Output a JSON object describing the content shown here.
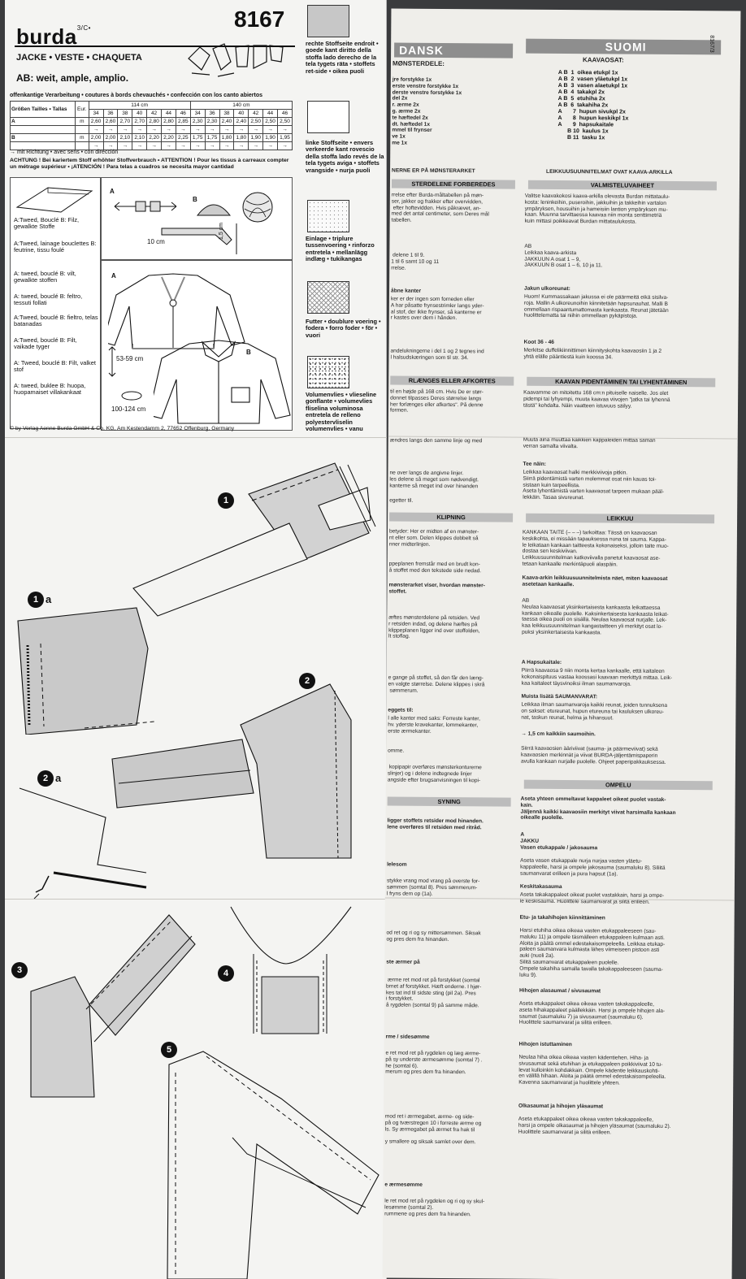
{
  "header": {
    "brand": "burda",
    "brand_sup": "3/C•",
    "pattern_number": "8167",
    "garment": "JACKE • VESTE • CHAQUETA",
    "ab_line": "AB: weit, ample, amplio.",
    "edge_note": "offenkantige Verarbeitung • coutures à bords chevauchés • confección con los canto abiertos"
  },
  "size_table": {
    "label": "Größen Tailles • Tallas",
    "eur": "Eur.",
    "width_114": "114 cm",
    "width_140": "140 cm",
    "sizes": [
      "34",
      "36",
      "38",
      "40",
      "42",
      "44",
      "46",
      "34",
      "36",
      "38",
      "40",
      "42",
      "44",
      "46"
    ],
    "row_a_label": "A",
    "row_a": [
      "2,60",
      "2,60",
      "2,70",
      "2,70",
      "2,80",
      "2,80",
      "2,85",
      "2,30",
      "2,30",
      "2,40",
      "2,40",
      "2,50",
      "2,50",
      "2,50"
    ],
    "row_b_label": "B",
    "row_b": [
      "2,00",
      "2,00",
      "2,10",
      "2,10",
      "2,20",
      "2,20",
      "2,25",
      "1,75",
      "1,75",
      "1,80",
      "1,80",
      "1,90",
      "1,90",
      "1,95"
    ],
    "unit": "m"
  },
  "nap_note": "→ mit Richtung • avec sens • con dirección",
  "achtung": "ACHTUNG ! Bei kariertem Stoff erhöhter Stoffverbrauch • ATTENTION ! Pour les tissus à carreaux compter un métrage supérieur • ¡ATENCIÓN ! Para telas a cuadros se necesita mayor cantidad",
  "fabrics": [
    "A:Tweed, Bouclé\nB: Filz, gewalkte Stoffe",
    "A:Tweed, lainage bouclettes\nB: feutrine, tissu foulé",
    "A: tweed, bouclé\nB: vilt, gewalkte stoffen",
    "A: tweed, bouclé\nB: feltro, tessuti follati",
    "A:Tweed, bouclé\nB: fieltro, telas batanadas",
    "A:Tweed, bouclé\nB: Filt, vaikade tyger",
    "A: Tweed, bouclé\nB: Filt, valket stof",
    "A: tweed, buklee\nB: huopa, huopamaiset villakankaat"
  ],
  "notions": {
    "label_a": "A",
    "label_b": "B",
    "tape_length": "10 cm",
    "tape_width": "1,5 cm",
    "length_range": "53-59 cm",
    "width_range": "100-124 cm"
  },
  "copyright": "© by Verlag Aenne Burda GmbH & Co. KG, Am Kestendamm 2, 77652 Offenburg, Germany",
  "legend": [
    "rechte Stoffseite endroit • goede kant diritto della stoffa lado derecho de la tela tygets räta • stoffets ret-side • oikea puoli",
    "linke Stoffseite • envers verkeerde kant rovescio della stoffa lado revés de la tela tygets aviga • stoffets vrangside • nurja puoli",
    "Einlage • triplure tussenvoering • rinforzo entretela • mellanlägg indlæg • tukikangas",
    "Futter • doublure voering • fodera • forro foder • för • vuori",
    "Volumenvlies • vlieseline gonflante • volumevlies fliselina voluminosa entretela de relleno polyestervliselin volumenvlies • vanu"
  ],
  "steps": [
    "1",
    "1a",
    "2",
    "2a",
    "3",
    "4",
    "5"
  ],
  "dansk": {
    "title": "DANSK",
    "h1": "MØNSTERDELE:",
    "pieces": "jre forstykke 1x\nerste venstre forstykke 1x\nderste venstre forstykke 1x\ndel 2x\nr. ærme 2x\ng. ærme 2x\nte hæftedel 2x\ndt. hæftedel 1x\nmmel til frynser\nve 1x\nme 1x",
    "note": "NERNE ER PÅ MØNSTERARKET",
    "band1": "STERDELENE FORBEREDES",
    "p1": "rrelse efter Burda-måltabellen på møn-\nser, jakker og frakker efter overvidden,\n efter hoftevidden. Hvis påkrævet, an-\nmed det antal centimeter, som Deres mål\ntabellen.",
    "p2": " delene 1 til 9.\n1 til 6 samt 10 og 11\nrrelse.",
    "h2": "åbne kanter",
    "p3": "ker er der ingen som forneden eller\nA har påsatte frynsestrimler langs yder-\nal stof, der ikke frynser, så kanterne er\nr kastes over dem i hånden.",
    "p4": "andelukningerne i del 1 og 2 tegnes ind\nl halsudskæringen som til str. 34.",
    "band2": "RLÆNGES ELLER AFKORTES",
    "p5": "til en højde på 168 cm. Hvis De er stør-\ndonnet tilpasses Deres størrelse langs\nher forlænges eller afkortes\". På denne\nformen.",
    "p6": "ændres langs den samme linje og med",
    "p7": "ne over langs de angivne linjer.\nles delene så meget som nødvendigt.\nkanterne så meget ind over hinanden",
    "p8": "egetter til.",
    "band3": "KLIPNING",
    "p9": "betyder: Her er midten af en mønster-\nnt eller som. Delen klippes dobbelt så\nnner midterlinjen.",
    "p10": "ppeplanen fremstår med en brudt kon-\nå stoffet med den tekstede side nedad.",
    "p11": "mønsterarket viser, hvordan mønster-\nstoffet.",
    "p12": "æftes mønsterdelene på retsiden. Ved\nr retsiden indad, og delene hæftes på\nklippeplanen ligger ind over stoffolden,\nlt stoflag.",
    "p13": "e gange på stoffet, så den får den læng-\nen valgte størrelse. Delene klippes i skrå\n sømmerum.",
    "h3": "eggets til:",
    "p14": "l alle kanter med saks: Forreste kanter,\nhv. yderste kravekanter, lommekanter,\nerste ærmekanter.",
    "p15": "omme.",
    "p16": " kopipapir overføres mønsterkonturerne\nslinjer) og i delene indtegnede linjer\nangside efter brugsanvisningen til kopi-",
    "band4": "SYNING",
    "p17": "ligger stoffets retsider mod hinanden.\nlene overføres til retsiden med ritråd.",
    "h4": "lelesom",
    "p18": "stykke vrang mod vrang på overste for-\nsømmen (somtal 8). Pres sømmerum-\nl fryns dem op (1a).",
    "p19": "od ret og ri og sy mittersømmen. Siksak\nog pres dem fra hinanden.",
    "h5": "ste ærmer på",
    "p20": " ærme ret mod ret på forstykket (somtal\nbrnet af forstykket. Hæft enderne. I hjør-\nkes tat ind til sidste sting (pil 2a). Pres\ni forstykket.\nå rygdelen (somtal 9) på samme måde.",
    "h6": "rme / sidesømme",
    "p21": "e ret mod ret på rygdelen og læg ærme-\npå sy underste ærmesømme (somtal 7) .\nhe (somtal 6).\nmerum og pres dem fra hinanden.",
    "p22": "mod ret i ærmegabet, ærme- og side-\npå og tværstregen 10 i forreste ærme og\nls. Sy ærmegabet på ærmet fra hak til\n\ny smallere og siksak samlet over dem.",
    "h7": "e ærmesømme",
    "p23": "le ret mod ret på rygdelen og ri og sy skul-\nlesømme (somtal 2).\nrummene og pres dem fra hinanden."
  },
  "suomi": {
    "title": "SUOMI",
    "side_code": "8167/3",
    "h1": "KAAVAOSAT:",
    "pieces": [
      "A B  1  oikea etukpl 1x",
      "A B  2  vasen yläetukpl 1x",
      "A B  3  vasen alaetukpl 1x",
      "A B  4  takakpl 2x",
      "A B  5  etuhiha 2x",
      "A B  6  takahiha 2x",
      "A       7  hupun sivukpl 2x",
      "A       8  hupun keskikpl 1x",
      "A       9  hapsukaitale",
      "      B 10  kaulus 1x",
      "      B 11  tasku 1x"
    ],
    "note": "LEIKKUUSUUNNITELMAT OVAT KAAVA-ARKILLA",
    "band1": "VALMISTELUVAIHEET",
    "p1": "Valitse kaavakokosi kaava-arkilla olevasta Burdan mittataulu-\nkosta: leninkeihin, puseroihin, jakkuihin ja takkeihin vartalon\nympäryksen, housuihin ja hameisiin lantion ympäryksen mu-\nkaan. Muunna tarvittaessa kaavaa niin monta senttimetriä\nkuin mittasi poikkeavat Burdan mittataulukosta.",
    "p2": "AB\nLeikkaa kaava-arkista\nJAKKUUN A osat 1 – 9,\nJAKKUUN B osat 1 – 6, 10 ja 11.",
    "h2": "Jakun ulkoreunat:",
    "p3": "Huom! Kummassakaan jakussa ei ole päärmeitä eikä sisilva-\nroja. Mallin A ulkoreunoihin kiinnitetään hapsunauhat. Malli B\nommellaan rispaantumattomasta kankaasta. Reunat jätetään\nhuolittelematta tai niihin ommellaan pykäpistoja.",
    "h3": "Koot 36 - 46",
    "p4": "Merkitse duffelikiinnittimen kiinnityskohta kaavaosiin 1 ja 2\nyhtä elälle pääntiestä kuin koossa 34.",
    "band2": "KAAVAN PIDENTÄMINEN TAI LYHENTÄMINEN",
    "p5": "Kaavamme on mitoitettu 168 cm:n pituiselle naiselle. Jos olet\npidempi tai lyhyempi, muuta kaavaa viivojen \"jatka tai lyhennä\ntästä\" kohdalta. Näin vaatteen istuvuus säilyy.",
    "p6": "Muuta aina muuttaa kaikkien kappaleiden mittaa saman\nverran samalta viivalta.",
    "h4": "Tee näin:",
    "p7": "Leikkaa kaavaosat halki merkkiviivoja pitkin.\nSiirrä pidentämistä varten molemmat osat niin kauas toi-\nsistaan kuin tarpeellista.\nAseta lyhentämistä varten kaavaosat tarpeen mukaan pääl-\nlekkäin. Tasaa sivureunat.",
    "band3": "LEIKKUU",
    "p8": "KANKAAN TAITE (– – –) tarkoittaa: Tässä on kaavaosan\nkeskikohta, ei missään tapauksessa nuna tai sauma. Kappa-\nle leikataan kankaan taitteesta kokonaiseksi, jolloin taite muo-\ndostaa sen keskiviivan.\nLeikkuusuunnitelman katkoviivalla panetut kaavaosat ase-\ntetaan kankaalle merkintäpuoli alaspäin.",
    "p9": "Kaava-arkin leikkuusuunnitelmista näet, miten kaavaosat\nasetetaan kankaalle.",
    "p10": "AB\nNeulaa kaavaosat yksinkertaisesta kankaasta leikattaessa\nkankaan oikealle puolelle. Kaksinkertaisesta kankaasta leikat-\ntaessa oikea puoli on sisällä. Neulaa kaavaosat nurjalle. Lek-\nkaa leikkuusuunnitelman kangastaitteen yli merkityt osat lo-\npuksi yksinkertaisesta kankaasta.",
    "h5": "A Hapsukaitale:",
    "p11": "Piirrä kaavaosa 9 niin monta kertaa kankaalle, että kaitaleen\nkokonaispituus vastaa koossasi kaavaan merkittyä mittaa. Leik-\nkaa kaitaleet täysvinoiksi ilman saumanvaroja.",
    "h6": "Muista lisätä SAUMANVARAT:",
    "p12": "Leikkaa ilman saumanvaroja kaikki reunat, joiden tunnuksena\non sakset: etureunat, hupun etureuna tai kauluksen ulkoreu-\nnat, taskun reunat, helma ja hihansuut.",
    "p13": "→ 1,5 cm kaikkiin saumoihin.",
    "p14": "Siirrä kaavaosien ääriviivat (sauma- ja päärmeviivat) sekä\nkaavaosien merkinnät ja viivat BURDA-jäljentämispaperin\navulla kankaan nurjalle puolelle. Ohjeet paperipakkauksessa.",
    "band4": "OMPELU",
    "p15": "Aseta yhteen ommeltavat kappaleet oikeat puolet vastak-\nkain.\nJäljennä kaikki kaavaosiin merkityt viivat harsimalla kankaan\noikealle puolelle.",
    "p16": "A\nJAKKU\nVasen etukappale / jakosauma",
    "p17": "Aseta vasen etukappale nurja nurjaa vasten yläetu-\nkappaleelle, harsi ja ompele jakosauma (saumaluku 8). Siliitä\nsaumanvarat erilleen ja pura hapsut (1a).",
    "h7": "Keskitakasauma",
    "p18": "Aseta takakappaleet oikeat puolet vastakkain, harsi ja ompe-\nle keskisauma. Huolittele saumanvarat ja silitä erilleen.",
    "h8": "Etu- ja takahihojen kiinnittäminen",
    "p19": "Harsi etuhiha oikea oikeaa vasten etukappaleeseen (sau-\nmaluku 11) ja ompele täsmälleen etukappaleen kulmaan asti.\nAloita ja päätä ommel edestakaisompeleella. Leikkaa etukap-\npaleen saumanvara kulmasta lähes viimeiseen pistoon asti\nauki (nuoli 2a).\nSilitä saumanvarat etukappaleen puolelle.\nOmpele takahiha samalla tavalla takakappaleeseen (sauma-\nluku 9).",
    "h9": "Hihojen alasaumat / sivusaumat",
    "p20": "Aseta etukappaleet oikea oikeaa vasten takakappaleelle,\naseta hihakappaleet päällekkäin. Harsi ja ompele hihojen ala-\nsaumat (saumaluku 7) ja sivusaumat (saumaluku 6).\nHuolittele saumanvarat ja silitä erilleen.",
    "h10": "Hihojen istuttaminen",
    "p21": "Neulaa hiha oikea oikeaa vasten kädentiehen. Hiha- ja\nsivusaumat sekä etuhihan ja etukappaleen poikkiviivat 10 tu-\nlevat kulloinkin kohdakkain. Ompele kädentie leikkauskohti-\nen välillä hihaan. Aloita ja päätä ommel edestakaisompeleella.\nKavenna saumanvarat ja huolittele yhteen.",
    "h11": "Olkasaumat ja hihojen yläsaumat",
    "p22": "Aseta etukappaleet oikea oikeaa vasten takakappaleelle,\nharsi ja ompele olkasaumat ja hihojen yläsaumat (saumaluku 2).\nHuolittele saumanvarat ja silitä erilleen."
  }
}
